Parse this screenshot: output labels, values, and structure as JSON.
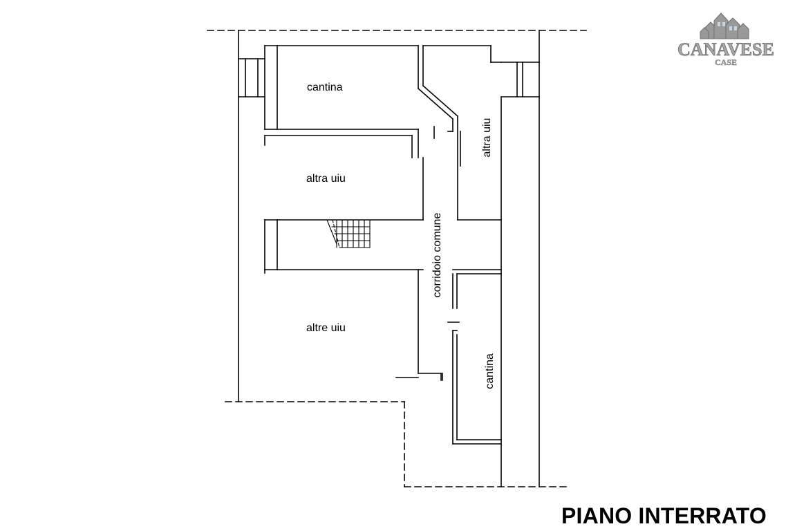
{
  "plan": {
    "title": "PIANO INTERRATO",
    "rooms": {
      "cantina_top": "cantina",
      "altra_uiu_left": "altra uiu",
      "altra_uiu_right": "altra uiu",
      "corridoio": "corridoio comune",
      "altre_uiu": "altre uiu",
      "cantina_bottom": "cantina"
    }
  },
  "logo": {
    "name": "CANAVESE",
    "sub": "CASE"
  },
  "colors": {
    "line": "#000000",
    "background": "#ffffff",
    "logo": "#8a8a8a"
  }
}
